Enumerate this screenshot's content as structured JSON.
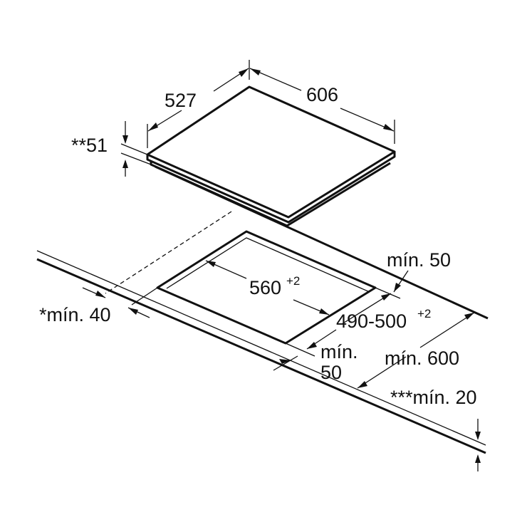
{
  "dimensions": {
    "hob_depth": "527",
    "hob_width": "606",
    "hob_height": "**51",
    "cutout_width_base": "560",
    "cutout_width_tol": "+2",
    "cutout_depth_base": "490-500",
    "cutout_depth_tol": "+2",
    "rear_clearance": "mín. 50",
    "side_clearance": "*mín. 40",
    "front_clearance_line1": "mín.",
    "front_clearance_line2": "50",
    "worktop_depth": "mín. 600",
    "worktop_thickness": "***mín. 20"
  }
}
